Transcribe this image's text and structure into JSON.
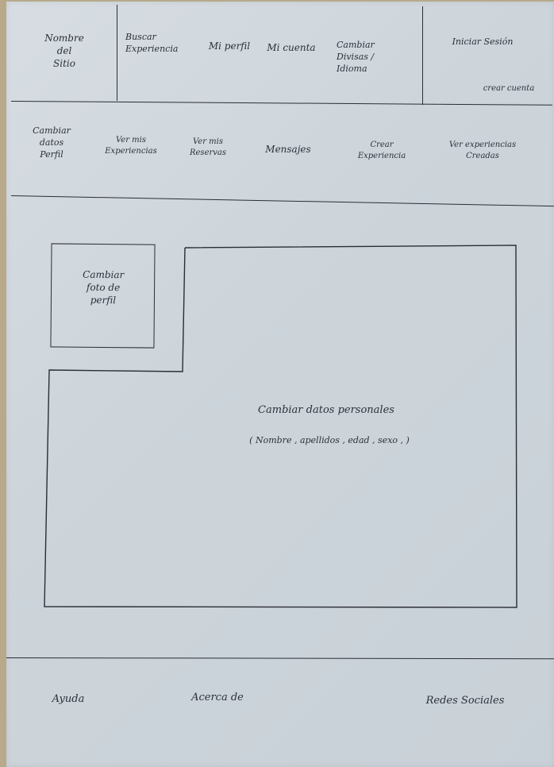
{
  "header": {
    "site_name": "Nombre\ndel\nSitio",
    "search": "Buscar\nExperiencia",
    "my_profile": "Mi perfil",
    "my_account": "Mi cuenta",
    "currency_language": "Cambiar\nDivisas /\nIdioma",
    "login": "Iniciar Sesión",
    "create_account": "crear cuenta"
  },
  "subnav": {
    "change_profile_data": "Cambiar\ndatos\nPerfil",
    "my_experiences": "Ver mis\nExperiencias",
    "my_reservations": "Ver mis\nReservas",
    "messages": "Mensajes",
    "create_experience": "Crear\nExperiencia",
    "created_experiences": "Ver experiencias\nCreadas"
  },
  "main": {
    "change_photo": "Cambiar\nfoto de\nperfil",
    "change_personal_data": "Cambiar datos personales",
    "personal_data_fields": "( Nombre , apellidos , edad , sexo ,  )"
  },
  "footer": {
    "help": "Ayuda",
    "about": "Acerca de",
    "social": "Redes Sociales"
  }
}
